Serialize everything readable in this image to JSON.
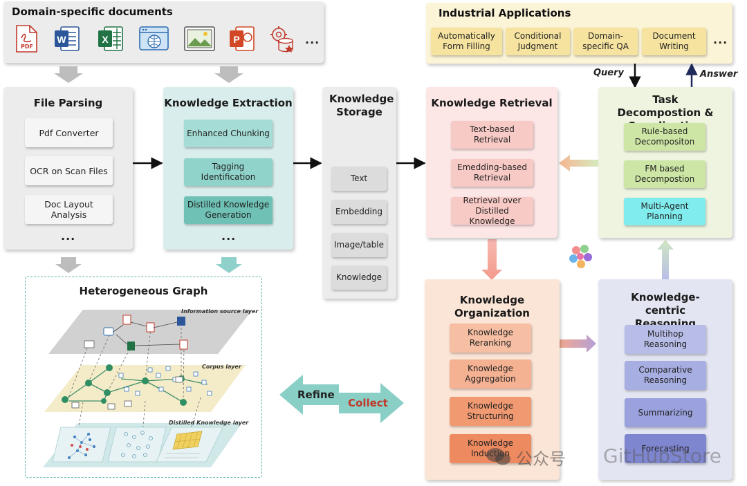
{
  "domain_docs": {
    "title": "Domain-specific documents",
    "icons": [
      "pdf-icon",
      "word-icon",
      "excel-icon",
      "web-icon",
      "image-icon",
      "powerpoint-icon",
      "database-gear-icon"
    ],
    "pdf_text": "PDF",
    "more": "..."
  },
  "industrial": {
    "title": "Industrial Applications",
    "items": [
      "Automatically Form Filling",
      "Conditional Judgment",
      "Domain-specific QA",
      "Document Writing"
    ],
    "more": "..."
  },
  "flow_labels": {
    "query": "Query",
    "answer": "Answer"
  },
  "file_parsing": {
    "title": "File Parsing",
    "items": [
      "Pdf Converter",
      "OCR on Scan Files",
      "Doc Layout Analysis"
    ],
    "more": "..."
  },
  "knowledge_extraction": {
    "title": "Knowledge Extraction",
    "items": [
      "Enhanced Chunking",
      "Tagging Identification",
      "Distilled Knowledge Generation"
    ],
    "more": "..."
  },
  "knowledge_storage": {
    "title": "Knowledge Storage",
    "items": [
      "Text",
      "Embedding",
      "Image/table",
      "Knowledge"
    ]
  },
  "knowledge_retrieval": {
    "title": "Knowledge Retrieval",
    "items": [
      "Text-based Retrieval",
      "Emedding-based Retrieval",
      "Retrieval over Distilled Knowledge"
    ]
  },
  "task_decomposition": {
    "title": "Task Decompostion & Coordination",
    "items": [
      "Rule-based Decompositon",
      "FM based Decompostion",
      "Multi-Agent Planning"
    ]
  },
  "hetero_graph": {
    "title": "Heterogeneous Graph",
    "layers": [
      "Information source layer",
      "Corpus layer",
      "Distilled Knowledge layer"
    ]
  },
  "refine_collect": {
    "refine": "Refine",
    "collect": "Collect"
  },
  "knowledge_organization": {
    "title": "Knowledge Organization",
    "items": [
      "Knowledge Reranking",
      "Knowledge Aggregation",
      "Knowledge Structuring",
      "Knowledge Induction"
    ]
  },
  "knowledge_reasoning": {
    "title": "Knowledge-centric Reasoning",
    "items": [
      "Multihop Reasoning",
      "Comparative Reasoning",
      "Summarizing",
      "Forecasting"
    ]
  },
  "watermark": {
    "brand": "公众号",
    "name": "GitHubStore"
  },
  "colors": {
    "gray_panel": "#ececec",
    "teal_panel": "#d9eeec",
    "pink_panel": "#fde6e6",
    "green_panel": "#eef4e0",
    "peach_panel": "#fbe5d6",
    "lavender_panel": "#e3e5f3",
    "yellow_panel": "#fbf4d6",
    "collect_red": "#c0392b"
  }
}
